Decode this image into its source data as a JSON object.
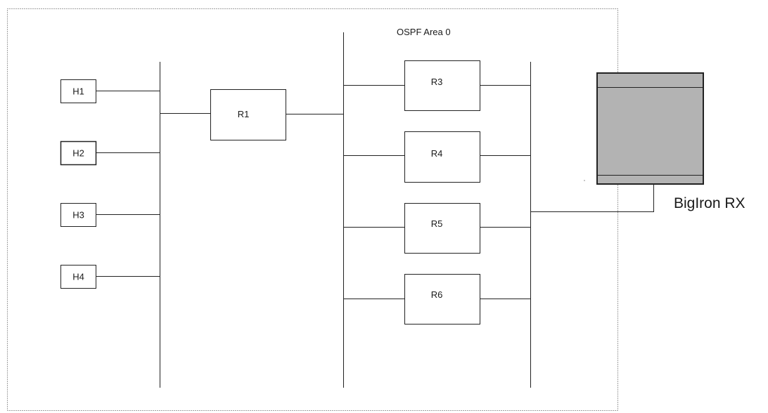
{
  "area_label": "OSPF Area 0",
  "device_label": "BigIron RX",
  "hosts": [
    "H1",
    "H2",
    "H3",
    "H4"
  ],
  "routers": [
    "R1",
    "R3",
    "R4",
    "R5",
    "R6"
  ]
}
